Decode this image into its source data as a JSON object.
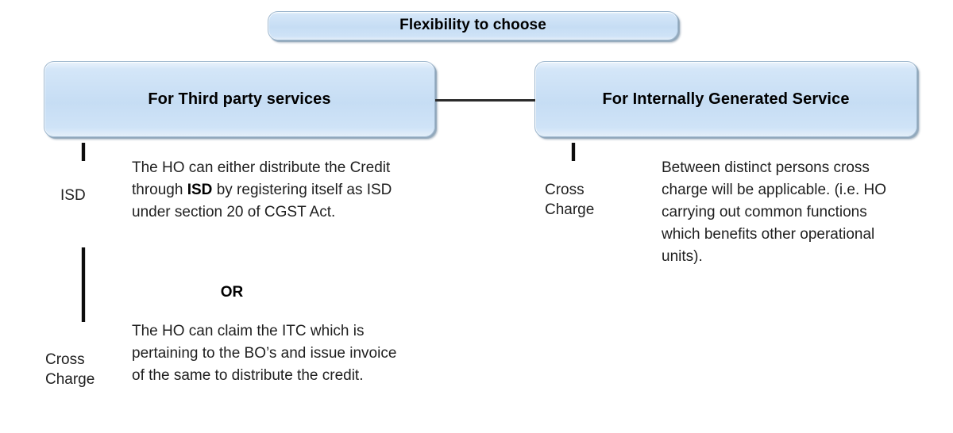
{
  "diagram": {
    "title": "Flexibility to choose",
    "nodes": {
      "top": {
        "label": "Flexibility to choose"
      },
      "left": {
        "label": "For Third party services"
      },
      "right": {
        "label": "For Internally Generated Service"
      }
    },
    "branches": {
      "left_isd_label": "ISD",
      "left_cross_charge_label": "Cross\nCharge",
      "right_cross_charge_label": "Cross\nCharge"
    },
    "paragraphs": {
      "left_isd": {
        "before_bold": "The HO can either distribute the Credit through ",
        "bold": "ISD",
        "after_bold": " by registering itself as ISD under section 20 of CGST Act."
      },
      "or_divider": "OR",
      "left_cross_charge": "The HO can claim the ITC which is pertaining to the BO’s and issue invoice of the same to distribute the credit.",
      "right_cross_charge": "Between distinct persons cross charge will be applicable. (i.e. HO carrying out common functions which benefits other operational units)."
    },
    "colors": {
      "box_fill": "#c6ddf4",
      "box_fill_light": "#eaf3fc",
      "box_border": "#9fb8cf",
      "connector": "#0d0d0d",
      "text": "#1f1f1f",
      "background": "#ffffff"
    }
  }
}
